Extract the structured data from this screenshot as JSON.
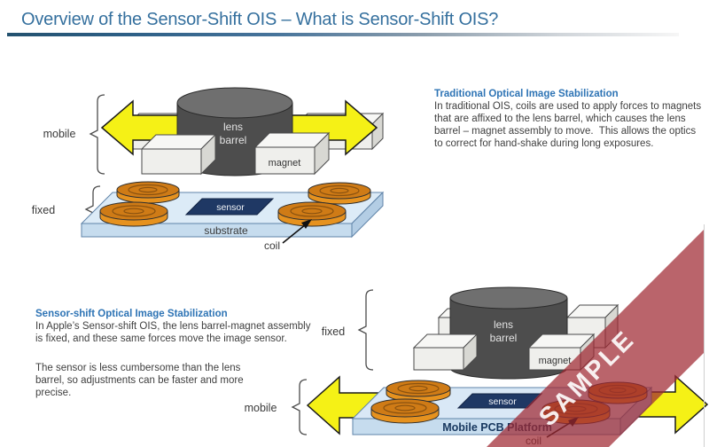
{
  "slide": {
    "title": "Overview of the Sensor-Shift OIS – What is Sensor-Shift OIS?"
  },
  "traditional_ois": {
    "heading": "Traditional Optical Image Stabilization",
    "body": "In traditional OIS, coils are used to apply forces to magnets that are affixed to the lens barrel, which causes the lens barrel – magnet assembly to move.  This allows the optics to correct for hand-shake during long exposures."
  },
  "sensor_shift_ois": {
    "heading": "Sensor-shift Optical Image Stabilization",
    "para1": "In Apple’s Sensor-shift OIS, the lens barrel-magnet assembly is fixed, and these same forces move the image sensor.",
    "para2": "The sensor is less cumbersome than the lens barrel, so adjustments can be faster and more precise."
  },
  "diagram_traditional": {
    "mobile_label": "mobile",
    "fixed_label": "fixed",
    "lens_barrel_line1": "lens",
    "lens_barrel_line2": "barrel",
    "magnet_label": "magnet",
    "sensor_label": "sensor",
    "substrate_label": "substrate",
    "coil_label": "coil"
  },
  "diagram_sensor_shift": {
    "fixed_label": "fixed",
    "mobile_label": "mobile",
    "lens_barrel_line1": "lens",
    "lens_barrel_line2": "barrel",
    "magnet_label": "magnet",
    "sensor_label": "sensor",
    "platform_label": "Mobile PCB Platform",
    "coil_label": "coil"
  },
  "watermark": {
    "text": "SAMPLE"
  },
  "colors": {
    "title_blue": "#35709E",
    "heading_blue": "#2E74B5",
    "body_text": "#3F3F3F",
    "arrow_yellow": "#F5F116",
    "coil_orange": "#E6921F",
    "platform_blue": "#D9E8F6",
    "sensor_navy": "#1F3864",
    "watermark_red": "#A02832"
  }
}
